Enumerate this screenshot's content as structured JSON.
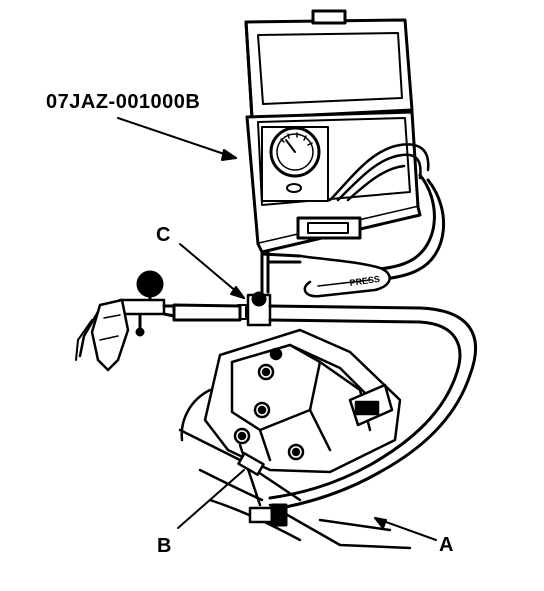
{
  "diagram": {
    "part_number": "07JAZ-001000B",
    "callouts": {
      "a": "A",
      "b": "B",
      "c": "C"
    },
    "case_label": "PRESS"
  }
}
